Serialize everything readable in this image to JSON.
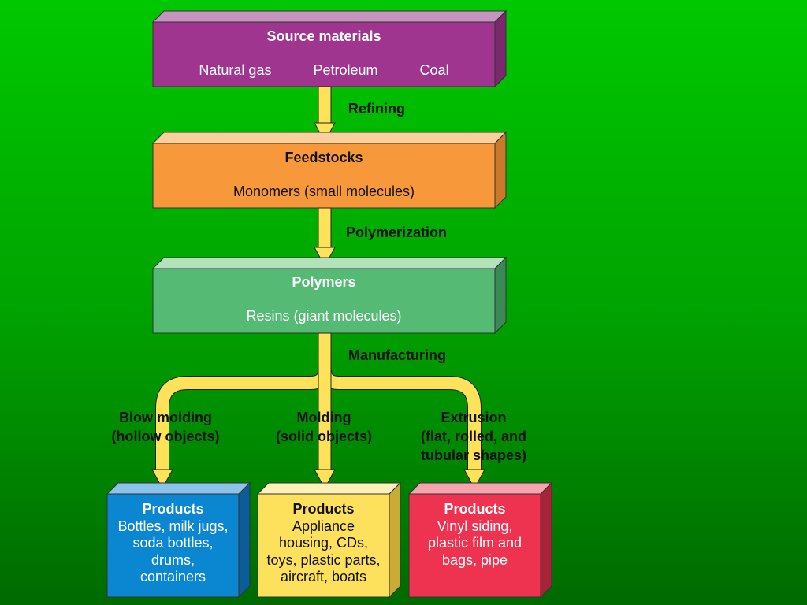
{
  "colors": {
    "source_front": "#a0358f",
    "feedstock_front": "#f7993a",
    "polymer_front": "#55bb74",
    "product1_front": "#0b86d0",
    "product2_front": "#fde15c",
    "product3_front": "#ee3350",
    "arrow": "#fde25a"
  },
  "source": {
    "title": "Source materials",
    "items": [
      "Natural gas",
      "Petroleum",
      "Coal"
    ]
  },
  "feedstocks": {
    "title": "Feedstocks",
    "subtitle": "Monomers (small molecules)"
  },
  "polymers": {
    "title": "Polymers",
    "subtitle": "Resins (giant molecules)"
  },
  "steps": {
    "refining": "Refining",
    "polymerization": "Polymerization",
    "manufacturing": "Manufacturing"
  },
  "branches": [
    {
      "line1": "Blow molding",
      "line2": "(hollow objects)"
    },
    {
      "line1": "Molding",
      "line2": "(solid objects)"
    },
    {
      "line1": "Extrusion",
      "line2": "(flat, rolled, and",
      "line3": "tubular shapes)"
    }
  ],
  "products": [
    {
      "title": "Products",
      "lines": [
        "Bottles, milk jugs,",
        "soda bottles,",
        "drums,",
        "containers"
      ]
    },
    {
      "title": "Products",
      "lines": [
        "Appliance",
        "housing, CDs,",
        "toys, plastic parts,",
        "aircraft, boats"
      ]
    },
    {
      "title": "Products",
      "lines": [
        "Vinyl siding,",
        "plastic film and",
        "bags, pipe"
      ]
    }
  ]
}
